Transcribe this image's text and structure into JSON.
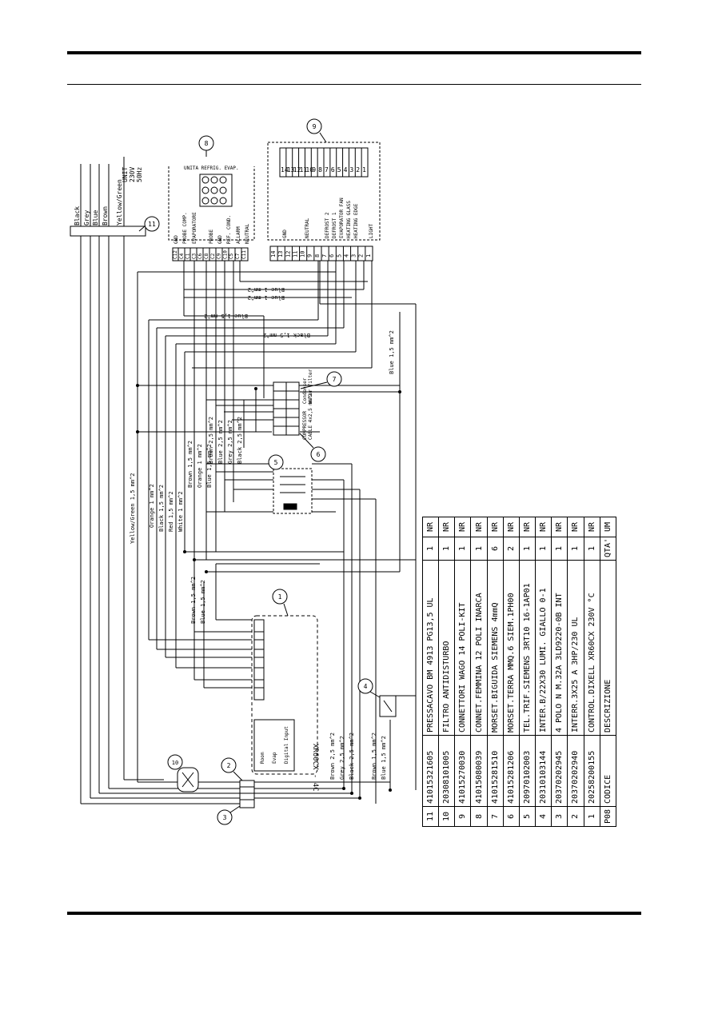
{
  "page": {},
  "diagram": {
    "callouts": [
      "1",
      "2",
      "3",
      "4",
      "5",
      "6",
      "7",
      "8",
      "9",
      "10",
      "11"
    ],
    "wires": {
      "top_left": [
        "Black",
        "Grey",
        "Blue",
        "Brown",
        "Yellow/Green"
      ],
      "left_run": [
        "Yellow/Green 1,5 mm^2",
        "Orange 1 mm^2",
        "Black 1,5 mm^2",
        "Red 1,5 mm^2",
        "White 1 mm^2"
      ],
      "compressor_run": [
        "Brown 1,5 mm^2",
        "Orange 1 mm^2",
        "Blue 1,5 mm^2",
        "Brown 2,5 mm^2",
        "Blue 2,5 mm^2",
        "Grey 2,5 mm^2",
        "Black 2,5 mm^2"
      ],
      "controller_run": [
        "Brown 1,5 mm^2",
        "Blue 1,5 mm^2"
      ],
      "bottom_run": [
        "Brown 2,5 mm^2",
        "Grey 2,5 mm^2",
        "Black 2,5 mm^2"
      ],
      "switch_run": [
        "Brown 1,5 mm^2",
        "Blue 1,5 mm^2"
      ],
      "top_run": [
        "Blue 1 mm^2",
        "Blue 1 mm^2",
        "Blue 1,5 mm^2",
        "Black 1,5 mm^2"
      ],
      "right_run": "Blue 1,5 mm^2"
    },
    "connector_8": {
      "title": "UNITA REFRIG. EVAP.",
      "pins": [
        "GND",
        "PROBE COMP.",
        "EVAPORATORE",
        "PROBE",
        "GND",
        "REF. COND.",
        "ALLARM",
        "NEUTRAL"
      ],
      "numbers": [
        "C12",
        "C4",
        "C1",
        "C3",
        "C6",
        "C8",
        "C2",
        "C9",
        "C10",
        "C5",
        "C7",
        "C11"
      ]
    },
    "connector_9": {
      "numbers": [
        "14",
        "13",
        "12",
        "11",
        "10",
        "9",
        "8",
        "7",
        "6",
        "5",
        "4",
        "3",
        "2",
        "1"
      ],
      "labels": [
        "GND",
        "NEUTRAL",
        "DEFROST 2",
        "DEFROST 1",
        "EVAPORATOR FAN",
        "HEATING GLASS",
        "HEATING EDGE",
        "LIGHT"
      ]
    },
    "terminal_6_7": {
      "labels": [
        "COMPRESSOR",
        "CABLE 4x2,5 mm^2",
        "Condenser",
        "Water filter"
      ]
    },
    "controller_1": {
      "model": "XR60CX - 4C",
      "labels": [
        "Room",
        "Evap",
        "Digital Input"
      ]
    },
    "side_labels": [
      "UNIT",
      "230V",
      "50Hz"
    ]
  },
  "bom": {
    "header": {
      "pos": "P08",
      "code": "CODICE",
      "desc": "DESCRIZIONE",
      "qty": "QTA'",
      "um": "UM"
    },
    "rows": [
      {
        "pos": "11",
        "code": "41015321605",
        "desc": "PRESSACAVO BM 4913 PG13,5 UL",
        "qty": "1",
        "um": "NR"
      },
      {
        "pos": "10",
        "code": "20308101005",
        "desc": "FILTRO ANTIDISTURBO",
        "qty": "1",
        "um": "NR"
      },
      {
        "pos": "9",
        "code": "41015270030",
        "desc": "CONNETTORI WAGO 14 POLI-KIT",
        "qty": "1",
        "um": "NR"
      },
      {
        "pos": "8",
        "code": "41015080039",
        "desc": "CONNET.FEMMINA 12 POLI INARCA",
        "qty": "1",
        "um": "NR"
      },
      {
        "pos": "7",
        "code": "41015281510",
        "desc": "MORSET.BIGUIDA SIEMENS 4mmQ",
        "qty": "6",
        "um": "NR"
      },
      {
        "pos": "6",
        "code": "41015281206",
        "desc": "MORSET.TERRA MMQ.6 SIEM.1PH00",
        "qty": "2",
        "um": "NR"
      },
      {
        "pos": "5",
        "code": "20970102003",
        "desc": "TEL.TRIF.SIEMENS 3RT10 16-1AP01",
        "qty": "1",
        "um": "NR"
      },
      {
        "pos": "4",
        "code": "20310103144",
        "desc": "INTER.B/22X30 LUMI. GIALLO 0-1",
        "qty": "1",
        "um": "NR"
      },
      {
        "pos": "3",
        "code": "20370202945",
        "desc": "4 POLO N M.32A 3LD9220-0B INT",
        "qty": "1",
        "um": "NR"
      },
      {
        "pos": "2",
        "code": "20370202940",
        "desc": "INTERR.3X25 A 3HP/230 UL",
        "qty": "1",
        "um": "NR"
      },
      {
        "pos": "1",
        "code": "20258200155",
        "desc": "CONTROL.DIXELL XR60CX 230V °C",
        "qty": "1",
        "um": "NR"
      }
    ]
  }
}
